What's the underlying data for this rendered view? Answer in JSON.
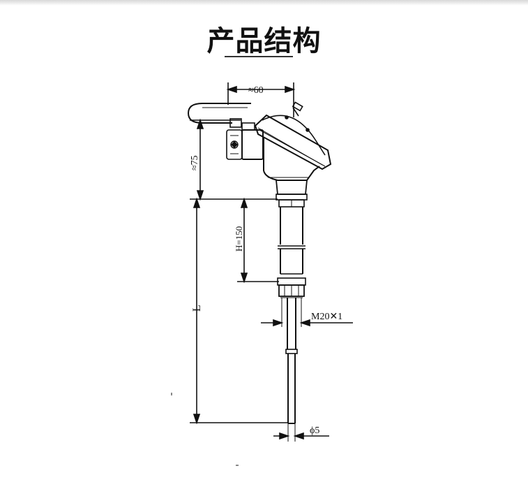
{
  "header": {
    "title": "产品结构"
  },
  "drawing": {
    "dim_width": "≈60",
    "dim_height": "≈75",
    "dim_h": "H=150",
    "dim_l": "L",
    "dim_thread": "M20✕1",
    "dim_diameter": "ϕ5"
  }
}
